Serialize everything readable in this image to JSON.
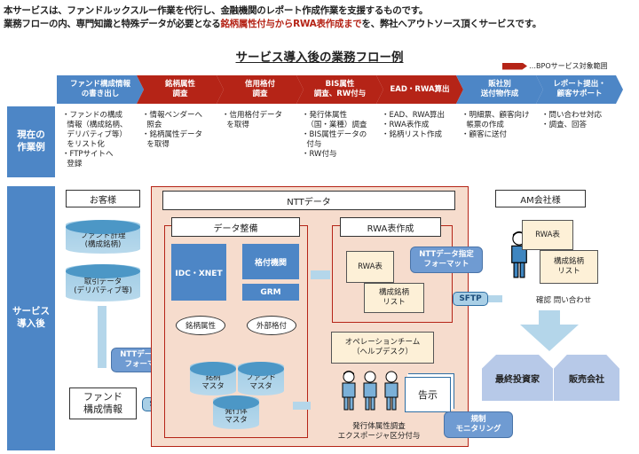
{
  "intro": {
    "line1": "本サービスは、ファンドルックスルー作業を代行し、金融機関のレポート作成作業を支援するものです。",
    "line2_pre": "業務フローの内、専門知識と特殊データが必要となる",
    "line2_highlight": "銘柄属性付与からRWA表作成まで",
    "line2_post": "を、弊社へアウトソース頂くサービスです。"
  },
  "title": "サービス導入後の業務フロー例",
  "legend": "…BPOサービス対象範囲",
  "colors": {
    "bpo_red": "#b52417",
    "step_blue": "#4d86c6",
    "ntt_bg": "#f6dccd"
  },
  "steps": [
    {
      "label": "ファンド構成情報\nの書き出し",
      "bpo": false
    },
    {
      "label": "銘柄属性\n調査",
      "bpo": true
    },
    {
      "label": "信用格付\n調査",
      "bpo": true
    },
    {
      "label": "BIS属性\n調査、RW付与",
      "bpo": true
    },
    {
      "label": "EAD・RWA算出",
      "bpo": true
    },
    {
      "label": "販社別\n送付物作成",
      "bpo": false
    },
    {
      "label": "レポート提出・\n顧客サポート",
      "bpo": false
    }
  ],
  "current": {
    "header": "現在の\n作業例",
    "items": [
      "・ファンドの構成\n  情報（構成銘柄、\n  デリバティブ等）\n  をリスト化\n・FTPサイトへ\n  登録",
      "・情報ベンダーへ\n  照会\n・銘柄属性データ\n  を取得",
      "・信用格付データ\n  を取得",
      "・発行体属性\n  （国・業種）調査\n・BIS属性データの\n  付与\n・RW付与",
      "・EAD、RWA算出\n・RWA表作成\n・銘柄リスト作成",
      "・明細票、顧客向け\n  帳票の作成\n・顧客に送付",
      "・問い合わせ対応\n・調査、回答"
    ]
  },
  "service": {
    "header": "サービス\n導入後",
    "customer": {
      "label": "お客様",
      "db1": "ファンド計理\n(構成銘柄)",
      "db2": "取引データ\n(デリバティブ等)",
      "output": "ファンド\n構成情報",
      "callout": "NTTデータ指定\nフォーマット",
      "sftp": "SFTP"
    },
    "ntt": {
      "label": "NTTデータ",
      "data_prep": {
        "label": "データ整備",
        "src1": "IDC・XNET",
        "src2": "格付機関",
        "src3": "GRM",
        "bubble1": "銘柄属性",
        "bubble2": "外部格付",
        "db1": "銘柄\nマスタ",
        "db2": "ファンド\nマスタ",
        "db3": "発行体\nマスタ"
      },
      "rwa": {
        "label": "RWA表作成",
        "doc1": "RWA表",
        "doc2": "構成銘柄\nリスト",
        "callout": "NTTデータ指定\nフォーマット"
      },
      "ops": {
        "label": "オペレーションチーム\n（ヘルプデスク）",
        "doc": "告示",
        "callout": "規制\nモニタリング",
        "caption": "発行体属性調査\nエクスポージャ区分付与"
      }
    },
    "sftp2": "SFTP",
    "am": {
      "label": "AM会社様",
      "doc1": "RWA表",
      "doc2": "構成銘柄\nリスト",
      "caption": "確認 問い合わせ",
      "dest1": "最終投資家",
      "dest2": "販売会社"
    }
  }
}
